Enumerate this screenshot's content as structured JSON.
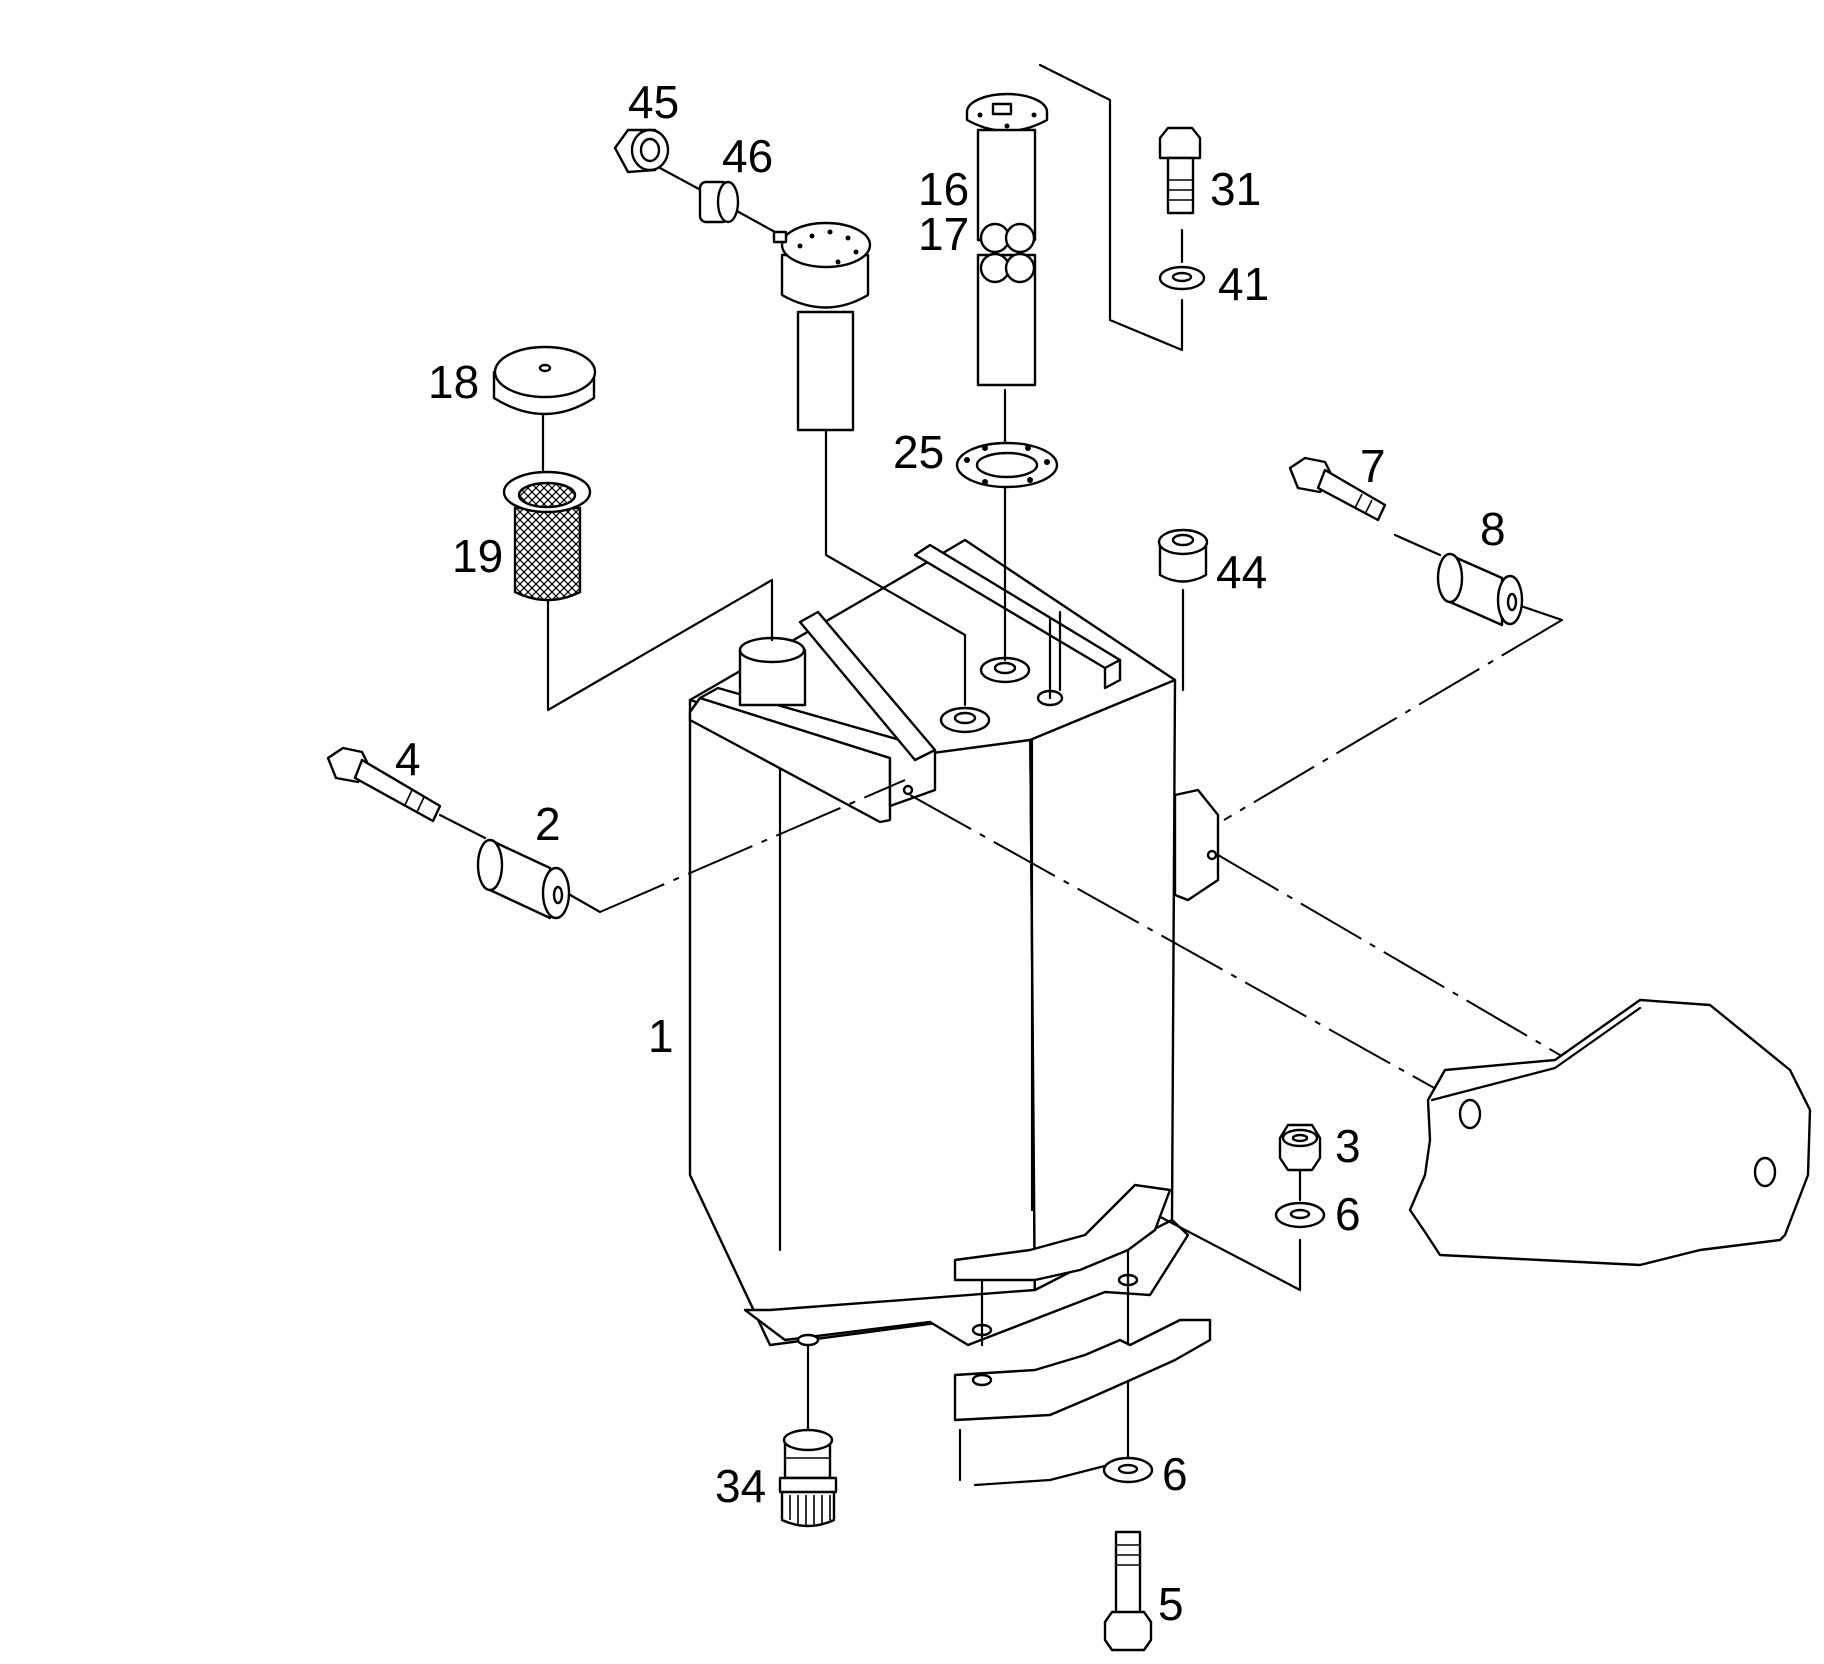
{
  "diagram": {
    "part_labels": {
      "p1": "1",
      "p2": "2",
      "p3": "3",
      "p4": "4",
      "p5": "5",
      "p6a": "6",
      "p6b": "6",
      "p7": "7",
      "p8": "8",
      "p16": "16",
      "p17": "17",
      "p18": "18",
      "p19": "19",
      "p25": "25",
      "p31": "31",
      "p34": "34",
      "p41": "41",
      "p44": "44",
      "p45": "45",
      "p46": "46"
    }
  }
}
